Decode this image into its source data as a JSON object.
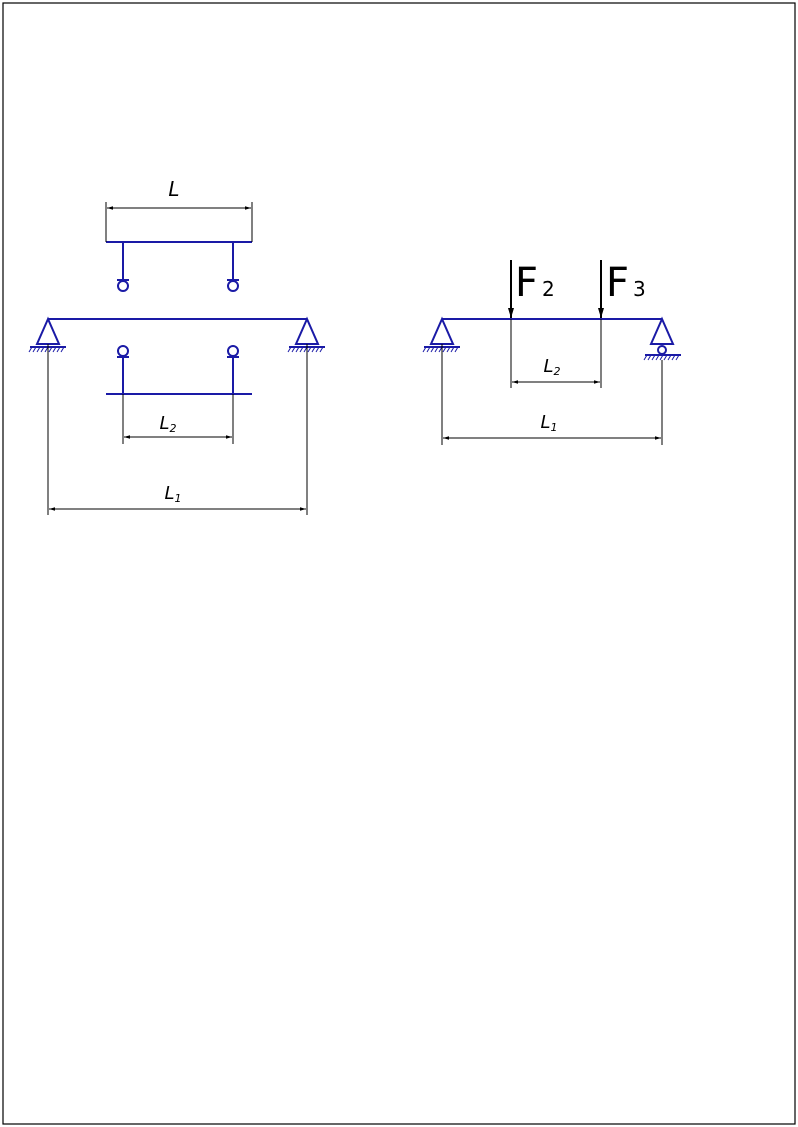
{
  "colors": {
    "structure": "#1a1aa6",
    "dimension": "#000000",
    "frame": "#000000"
  },
  "left_scheme": {
    "dim_top": "L",
    "dim_inner": "L",
    "dim_inner_sub": "2",
    "dim_span": "L",
    "dim_span_sub": "1"
  },
  "right_scheme": {
    "force_a": "F",
    "force_a_sub": "2",
    "force_b": "F",
    "force_b_sub": "3",
    "dim_inner": "L",
    "dim_inner_sub": "2",
    "dim_span": "L",
    "dim_span_sub": "1"
  }
}
